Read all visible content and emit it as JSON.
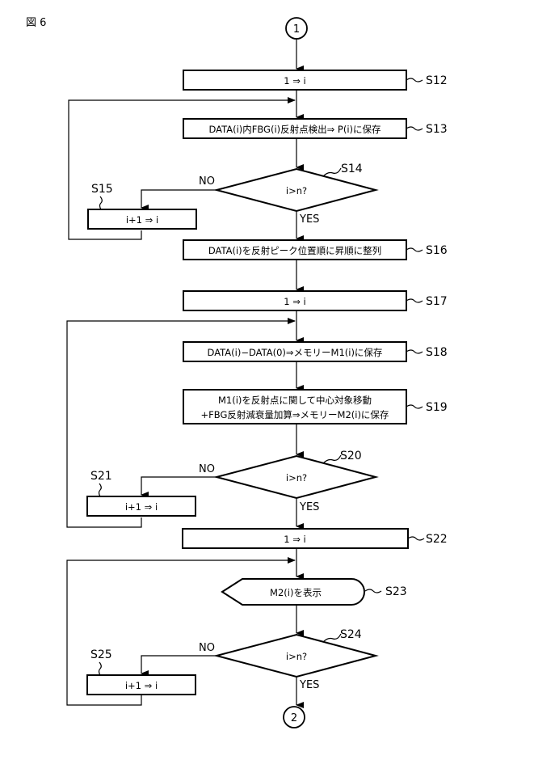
{
  "figure_label": "図 6",
  "connectors": {
    "start": "1",
    "end": "2"
  },
  "steps": {
    "s12": {
      "id": "S12",
      "text": "1 ⇒ i"
    },
    "s13": {
      "id": "S13",
      "text": "DATA(i)内FBG(i)反射点検出⇒ P(i)に保存"
    },
    "s14": {
      "id": "S14",
      "text": "i>n?"
    },
    "s15": {
      "id": "S15",
      "text": "i+1 ⇒ i"
    },
    "s16": {
      "id": "S16",
      "text": "DATA(i)を反射ピーク位置順に昇順に整列"
    },
    "s17": {
      "id": "S17",
      "text": "1 ⇒ i"
    },
    "s18": {
      "id": "S18",
      "text": "DATA(i)−DATA(0)⇒メモリーM1(i)に保存"
    },
    "s19": {
      "id": "S19",
      "line1": "M1(i)を反射点に関して中心対象移動",
      "line2": "+FBG反射減衰量加算⇒メモリーM2(i)に保存"
    },
    "s20": {
      "id": "S20",
      "text": "i>n?"
    },
    "s21": {
      "id": "S21",
      "text": "i+1 ⇒ i"
    },
    "s22": {
      "id": "S22",
      "text": "1 ⇒ i"
    },
    "s23": {
      "id": "S23",
      "text": "M2(i)を表示"
    },
    "s24": {
      "id": "S24",
      "text": "i>n?"
    },
    "s25": {
      "id": "S25",
      "text": "i+1 ⇒ i"
    }
  },
  "branch_labels": {
    "no": "NO",
    "yes": "YES"
  }
}
